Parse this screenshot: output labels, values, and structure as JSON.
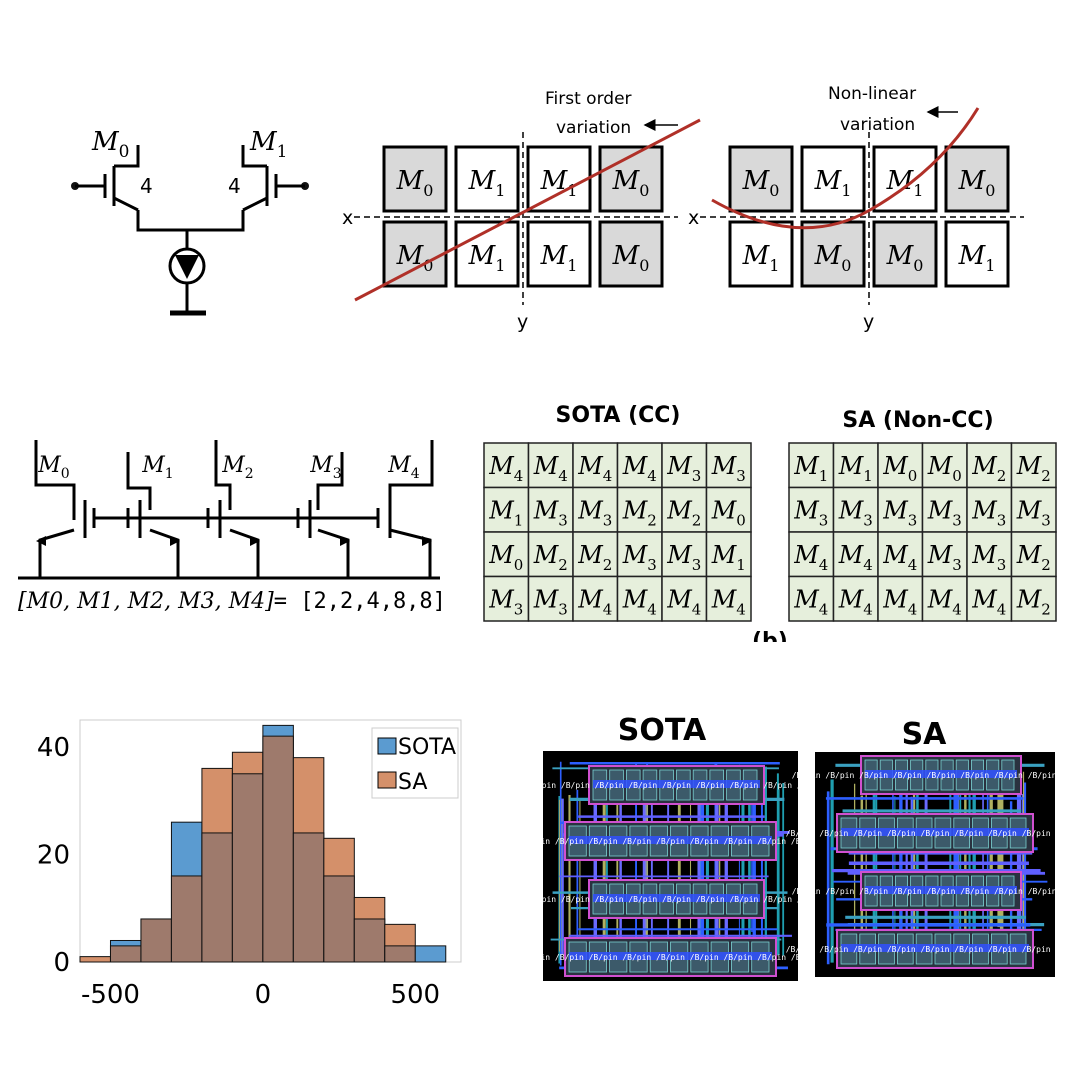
{
  "panel_a": {
    "diff_pair": {
      "left_label": "M",
      "left_sub": "0",
      "right_label": "M",
      "right_sub": "1",
      "left_mult": "4",
      "right_mult": "4"
    },
    "first_order": {
      "label_line1": "First order",
      "label_line2": "variation",
      "axis_x": "x",
      "axis_y": "y",
      "top_row": [
        "0",
        "1",
        "1",
        "0"
      ],
      "bottom_row": [
        "0",
        "1",
        "1",
        "0"
      ]
    },
    "non_linear": {
      "label_line1": "Non-linear",
      "label_line2": "variation",
      "axis_x": "x",
      "axis_y": "y",
      "top_row": [
        "0",
        "1",
        "1",
        "0"
      ],
      "bottom_row": [
        "1",
        "0",
        "0",
        "1"
      ]
    }
  },
  "panel_b": {
    "mirror_labels": [
      "0",
      "1",
      "2",
      "3",
      "4"
    ],
    "ratio_lhs": "[M0, M1, M2, M3, M4]",
    "ratio_rhs": "= [2,2,4,8,8]",
    "sota_title": "SOTA (CC)",
    "sa_title": "SA (Non-CC)",
    "sota_grid": [
      [
        "4",
        "4",
        "4",
        "4",
        "3",
        "3"
      ],
      [
        "1",
        "3",
        "3",
        "2",
        "2",
        "0"
      ],
      [
        "0",
        "2",
        "2",
        "3",
        "3",
        "1"
      ],
      [
        "3",
        "3",
        "4",
        "4",
        "4",
        "4"
      ]
    ],
    "sa_grid": [
      [
        "1",
        "1",
        "0",
        "0",
        "2",
        "2"
      ],
      [
        "3",
        "3",
        "3",
        "3",
        "3",
        "3"
      ],
      [
        "4",
        "4",
        "4",
        "3",
        "3",
        "2"
      ],
      [
        "4",
        "4",
        "4",
        "4",
        "4",
        "2"
      ]
    ],
    "device_colors": {
      "0": "#b8282a",
      "1": "#5aa05a",
      "2": "#5ba0d0",
      "3": "#5b3a8c",
      "4": "#111111"
    },
    "partial_caption": "(b)"
  },
  "chart_data": {
    "type": "bar",
    "bin_edges": [
      -600,
      -500,
      -400,
      -300,
      -200,
      -100,
      0,
      100,
      200,
      300,
      400,
      500,
      600
    ],
    "series": [
      {
        "name": "SOTA",
        "color": "#5b9bd0",
        "values": [
          0,
          4,
          8,
          26,
          24,
          35,
          44,
          24,
          16,
          8,
          3,
          3
        ]
      },
      {
        "name": "SA",
        "color": "#d4906a",
        "values": [
          1,
          3,
          8,
          16,
          36,
          39,
          42,
          38,
          23,
          12,
          7,
          0
        ]
      }
    ],
    "xticks": [
      -500,
      0,
      500
    ],
    "yticks": [
      0,
      20,
      40
    ],
    "xlim": [
      -600,
      650
    ],
    "ylim": [
      0,
      45
    ],
    "legend_position": "top-right"
  },
  "panel_d": {
    "sota_title": "SOTA",
    "sa_title": "SA",
    "cell_text": "/B/pin"
  }
}
